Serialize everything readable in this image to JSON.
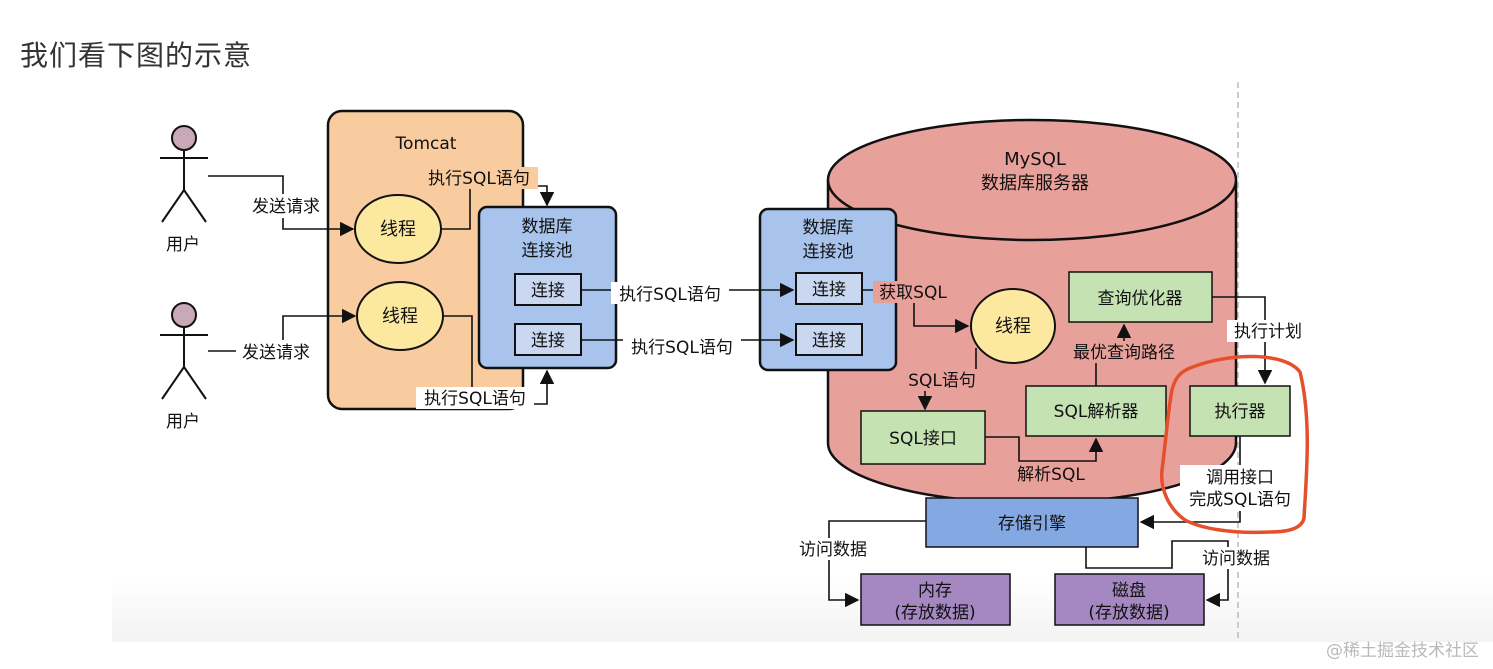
{
  "page": {
    "heading": "我们看下图的示意",
    "watermark": "@稀土掘金技术社区"
  },
  "diagram": {
    "user_label": "用户",
    "send_request": "发送请求",
    "tomcat_title": "Tomcat",
    "thread_label": "线程",
    "pool_line1": "数据库",
    "pool_line2": "连接池",
    "connection_label": "连接",
    "exec_sql": "执行SQL语句",
    "mysql_line1": "MySQL",
    "mysql_line2": "数据库服务器",
    "get_sql": "获取SQL",
    "sql_statement": "SQL语句",
    "sql_interface": "SQL接口",
    "parse_sql": "解析SQL",
    "sql_parser": "SQL解析器",
    "best_path": "最优查询路径",
    "query_optimizer": "查询优化器",
    "exec_plan": "执行计划",
    "executor": "执行器",
    "call_interface_line1": "调用接口",
    "call_interface_line2": "完成SQL语句",
    "storage_engine": "存储引擎",
    "access_data": "访问数据",
    "memory_line1": "内存",
    "memory_line2": "(存放数据)",
    "disk_line1": "磁盘",
    "disk_line2": "(存放数据)"
  },
  "colors": {
    "tomcat_fill": "#f8cc9f",
    "pool_fill": "#a8c4ec",
    "thread_fill": "#fde8a0",
    "mysql_fill": "#e8a09b",
    "green_fill": "#c4e2b2",
    "storage_fill": "#84a9e2",
    "purple_fill": "#a588c2",
    "actor_head": "#c9a8b8",
    "highlight": "#e5502c"
  }
}
